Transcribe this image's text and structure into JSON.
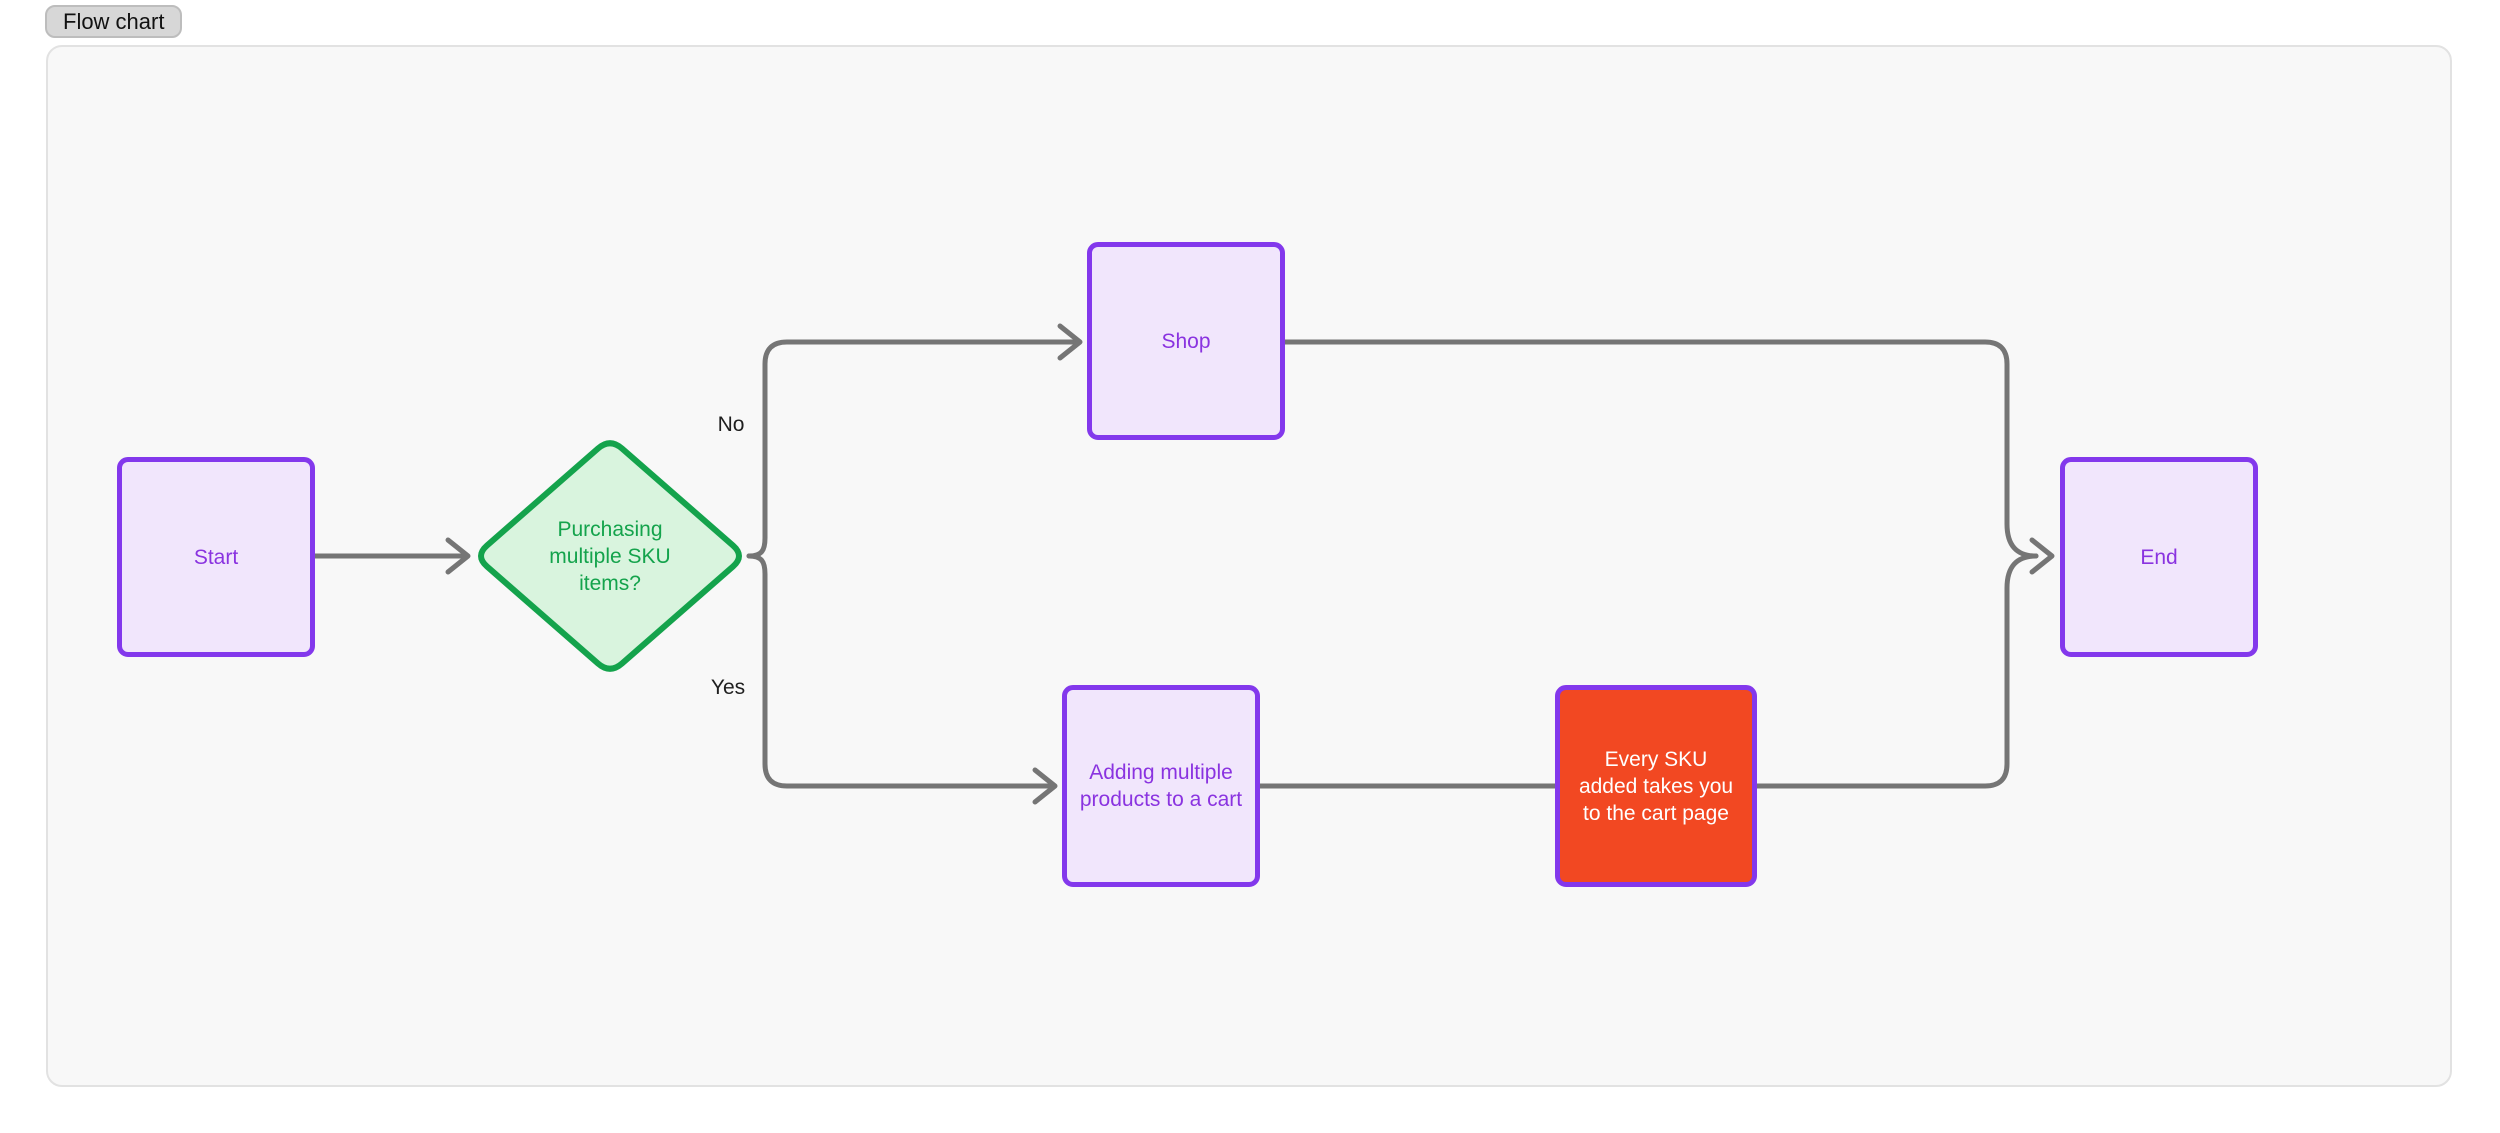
{
  "title_badge": {
    "label": "Flow chart"
  },
  "diagram": {
    "type": "flowchart",
    "nodes": [
      {
        "id": "start",
        "label": "Start",
        "shape": "rounded-rect",
        "scheme": "purple"
      },
      {
        "id": "decision",
        "label": "Purchasing multiple SKU items?",
        "shape": "diamond",
        "scheme": "green"
      },
      {
        "id": "shop",
        "label": "Shop",
        "shape": "rounded-rect",
        "scheme": "purple"
      },
      {
        "id": "adding",
        "label": "Adding multiple products to a cart",
        "shape": "rounded-rect",
        "scheme": "purple"
      },
      {
        "id": "sku",
        "label": "Every SKU added takes you to the cart page",
        "shape": "rounded-rect",
        "scheme": "red"
      },
      {
        "id": "end",
        "label": "End",
        "shape": "rounded-rect",
        "scheme": "purple"
      }
    ],
    "edges": [
      {
        "from": "start",
        "to": "decision",
        "label": ""
      },
      {
        "from": "decision",
        "to": "shop",
        "label": "No"
      },
      {
        "from": "decision",
        "to": "adding",
        "label": "Yes"
      },
      {
        "from": "adding",
        "to": "sku",
        "label": ""
      },
      {
        "from": "shop",
        "to": "end",
        "label": ""
      },
      {
        "from": "sku",
        "to": "end",
        "label": ""
      }
    ],
    "colors": {
      "connector_gray": "#757575",
      "purple_border": "#8338ec",
      "purple_fill": "#f1e6fc",
      "purple_text": "#8a33e0",
      "green_border": "#14a34c",
      "green_fill": "#d9f4de",
      "red_fill": "#f24822",
      "canvas_bg": "#f8f8f8",
      "badge_bg": "#d7d7d7"
    }
  }
}
